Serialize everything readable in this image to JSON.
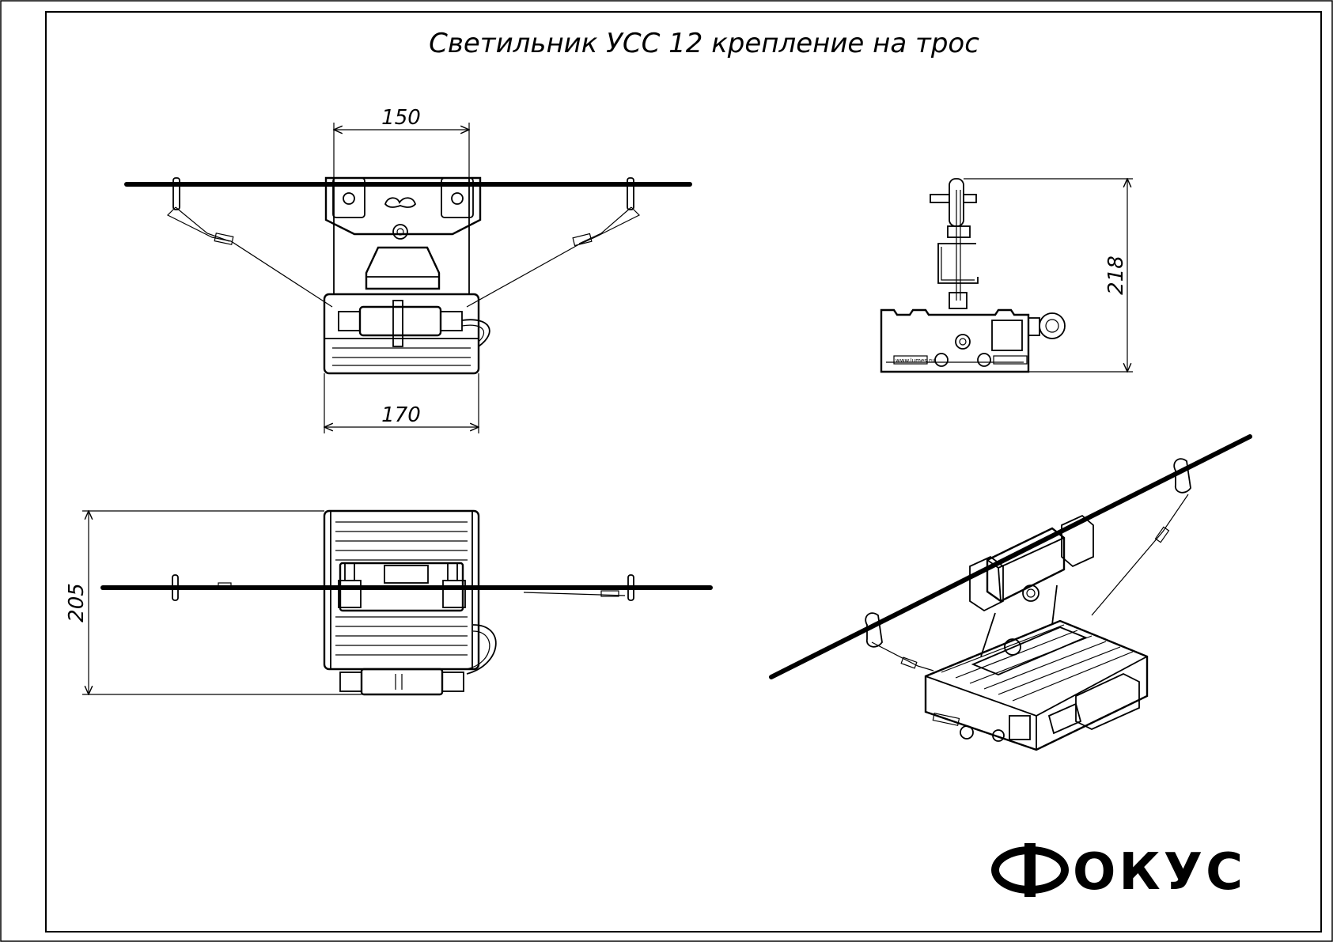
{
  "sheet": {
    "title": "Светильник УСС 12 крепление на трос"
  },
  "dimensions": {
    "front_top_width": "150",
    "front_bottom_width": "170",
    "side_height": "218",
    "top_view_depth": "205"
  },
  "logo": {
    "text": "ФОКУС"
  }
}
